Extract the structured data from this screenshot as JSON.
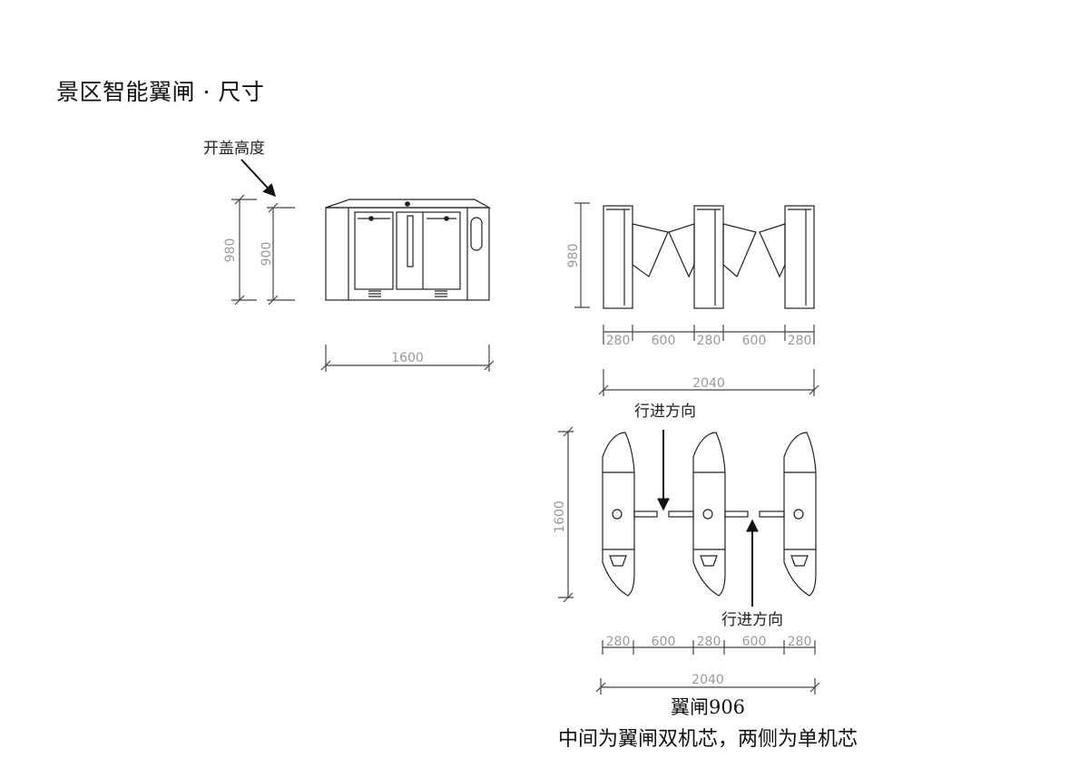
{
  "page": {
    "title": "景区智能翼闸 · 尺寸"
  },
  "front_view": {
    "cover_height_label": "开盖高度",
    "height_total": "980",
    "height_cover": "900",
    "width_total": "1600"
  },
  "side_view": {
    "height": "980",
    "segments": [
      "280",
      "600",
      "280",
      "600",
      "280"
    ],
    "total_width": "2040"
  },
  "top_view": {
    "length": "1600",
    "direction_label_1": "行进方向",
    "direction_label_2": "行进方向",
    "segments": [
      "280",
      "600",
      "280",
      "600",
      "280"
    ],
    "total_width": "2040"
  },
  "caption": {
    "model": "翼闸906",
    "note": "中间为翼闸双机芯，两侧为单机芯"
  }
}
